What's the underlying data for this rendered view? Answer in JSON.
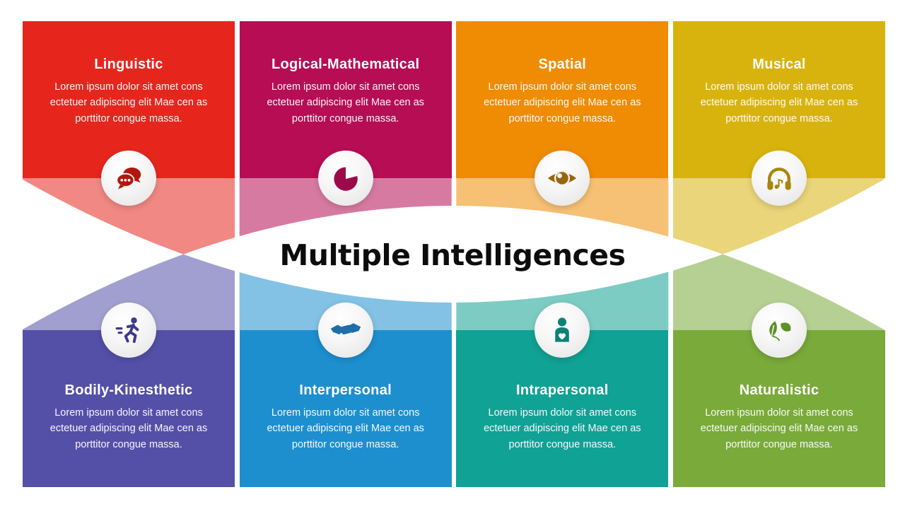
{
  "title": "Multiple Intelligences",
  "cards": [
    {
      "label": "Linguistic",
      "description": "Lorem ipsum dolor sit amet cons ectetuer adipiscing elit Mae cen as porttitor congue massa.",
      "color": "#E6261D",
      "icon_color": "#B2170E",
      "icon": "chat-icon",
      "row": "top"
    },
    {
      "label": "Logical-Mathematical",
      "description": "Lorem ipsum dolor sit amet cons ectetuer adipiscing elit Mae cen as porttitor congue massa.",
      "color": "#B70D55",
      "icon_color": "#9C0B49",
      "icon": "pie-chart-icon",
      "row": "top"
    },
    {
      "label": "Spatial",
      "description": "Lorem ipsum dolor sit amet cons ectetuer adipiscing elit Mae cen as porttitor congue massa.",
      "color": "#EF8C04",
      "icon_color": "#9A6408",
      "icon": "eye-icon",
      "row": "top"
    },
    {
      "label": "Musical",
      "description": "Lorem ipsum dolor sit amet cons ectetuer adipiscing elit Mae cen as porttitor congue massa.",
      "color": "#D8B30D",
      "icon_color": "#A8860B",
      "icon": "headphones-icon",
      "row": "top"
    },
    {
      "label": "Bodily-Kinesthetic",
      "description": "Lorem ipsum dolor sit amet cons ectetuer adipiscing elit Mae cen as porttitor congue massa.",
      "color": "#5450A8",
      "icon_color": "#3E3A8E",
      "icon": "runner-icon",
      "row": "bottom"
    },
    {
      "label": "Interpersonal",
      "description": "Lorem ipsum dolor sit amet cons ectetuer adipiscing elit Mae cen as porttitor congue massa.",
      "color": "#1D8FCF",
      "icon_color": "#1E6FA8",
      "icon": "handshake-icon",
      "row": "bottom"
    },
    {
      "label": "Intrapersonal",
      "description": "Lorem ipsum dolor sit amet cons ectetuer adipiscing elit Mae cen as porttitor congue massa.",
      "color": "#10A294",
      "icon_color": "#0C8175",
      "icon": "person-icon",
      "row": "bottom"
    },
    {
      "label": "Naturalistic",
      "description": "Lorem ipsum dolor sit amet cons ectetuer adipiscing elit Mae cen as porttitor congue massa.",
      "color": "#7AAA3A",
      "icon_color": "#5C9127",
      "icon": "leaf-icon",
      "row": "bottom"
    }
  ],
  "band_opacity": "0.55"
}
